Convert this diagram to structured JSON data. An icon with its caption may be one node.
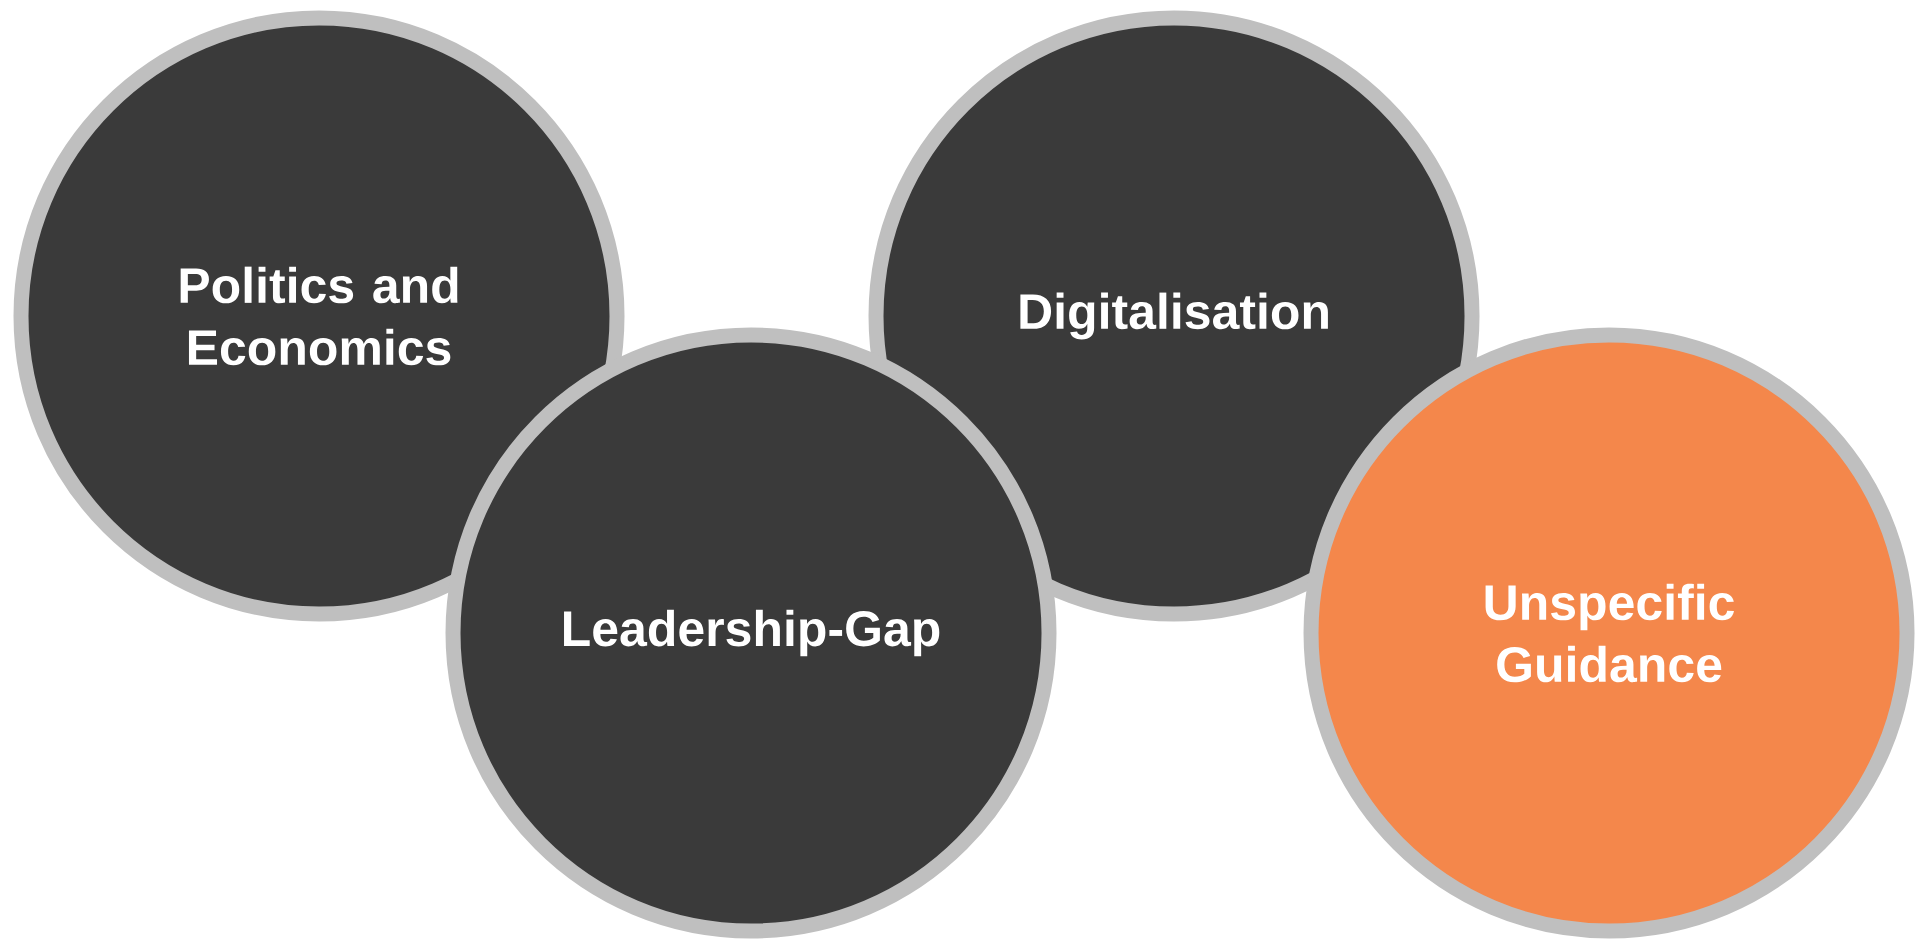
{
  "diagram": {
    "nodes": [
      {
        "text": [
          "Politics and Economics"
        ]
      },
      {
        "text": [
          "Leadership-Gap"
        ]
      },
      {
        "text": [
          "Digitalisation"
        ]
      },
      {
        "text": [
          "Unspecific Guidance"
        ]
      }
    ]
  }
}
